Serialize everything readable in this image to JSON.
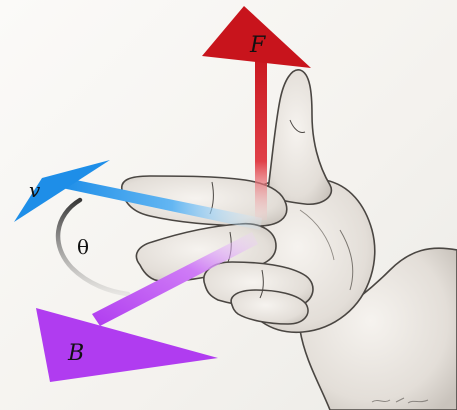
{
  "labels": {
    "force": "F",
    "velocity": "v",
    "field": "B",
    "angle": "θ"
  },
  "colors": {
    "force": "#c8141c",
    "velocity": "#1e8ee8",
    "field": "#b03cf0",
    "skin_shadow": "#8f8a84",
    "sketch_line": "#4a4642"
  }
}
